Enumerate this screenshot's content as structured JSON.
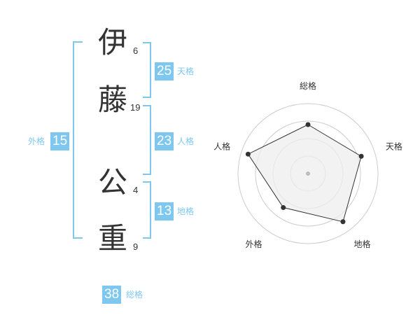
{
  "name": {
    "chars": [
      {
        "char": "伊",
        "strokes": "6"
      },
      {
        "char": "藤",
        "strokes": "19"
      },
      {
        "char": "公",
        "strokes": "4"
      },
      {
        "char": "重",
        "strokes": "9"
      }
    ]
  },
  "fortunes": {
    "tenkaku": {
      "label": "天格",
      "value": "25"
    },
    "jinkaku": {
      "label": "人格",
      "value": "23"
    },
    "chikaku": {
      "label": "地格",
      "value": "13"
    },
    "gaikaku": {
      "label": "外格",
      "value": "15"
    },
    "soukaku": {
      "label": "総格",
      "value": "38"
    }
  },
  "colors": {
    "accent": "#7ec8ef",
    "radar_fill": "#eeeeee",
    "radar_line": "#333333",
    "grid": "#cccccc"
  },
  "chart_data": {
    "type": "radar",
    "axes": [
      "総格",
      "天格",
      "地格",
      "外格",
      "人格"
    ],
    "values": [
      0.7,
      0.8,
      0.85,
      0.6,
      0.9
    ],
    "range": [
      0,
      1
    ],
    "grid": true,
    "grid_rings": 4
  }
}
